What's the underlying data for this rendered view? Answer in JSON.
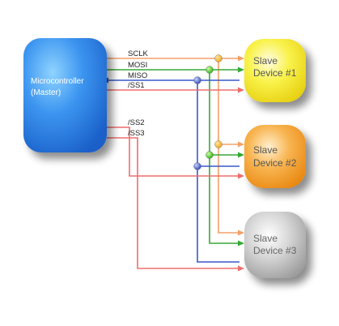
{
  "master": {
    "line1": "Microcontroller",
    "line2": "(Master)"
  },
  "signals": {
    "sclk": "SCLK",
    "mosi": "MOSI",
    "miso": "MISO",
    "ss1": "/SS1",
    "ss2": "/SS2",
    "ss3": "/SS3"
  },
  "devices": [
    {
      "line1": "Slave",
      "line2": "Device #1"
    },
    {
      "line1": "Slave",
      "line2": "Device #2"
    },
    {
      "line1": "Slave",
      "line2": "Device #3"
    }
  ],
  "colors": {
    "sclk": "#f3a06a",
    "mosi": "#36a936",
    "miso": "#3858c8",
    "select": "#ee6e6e",
    "master": "#2f7fe6",
    "device1": "#f6ec2c",
    "device2": "#f39a2a",
    "device3": "#b8b8b8"
  }
}
